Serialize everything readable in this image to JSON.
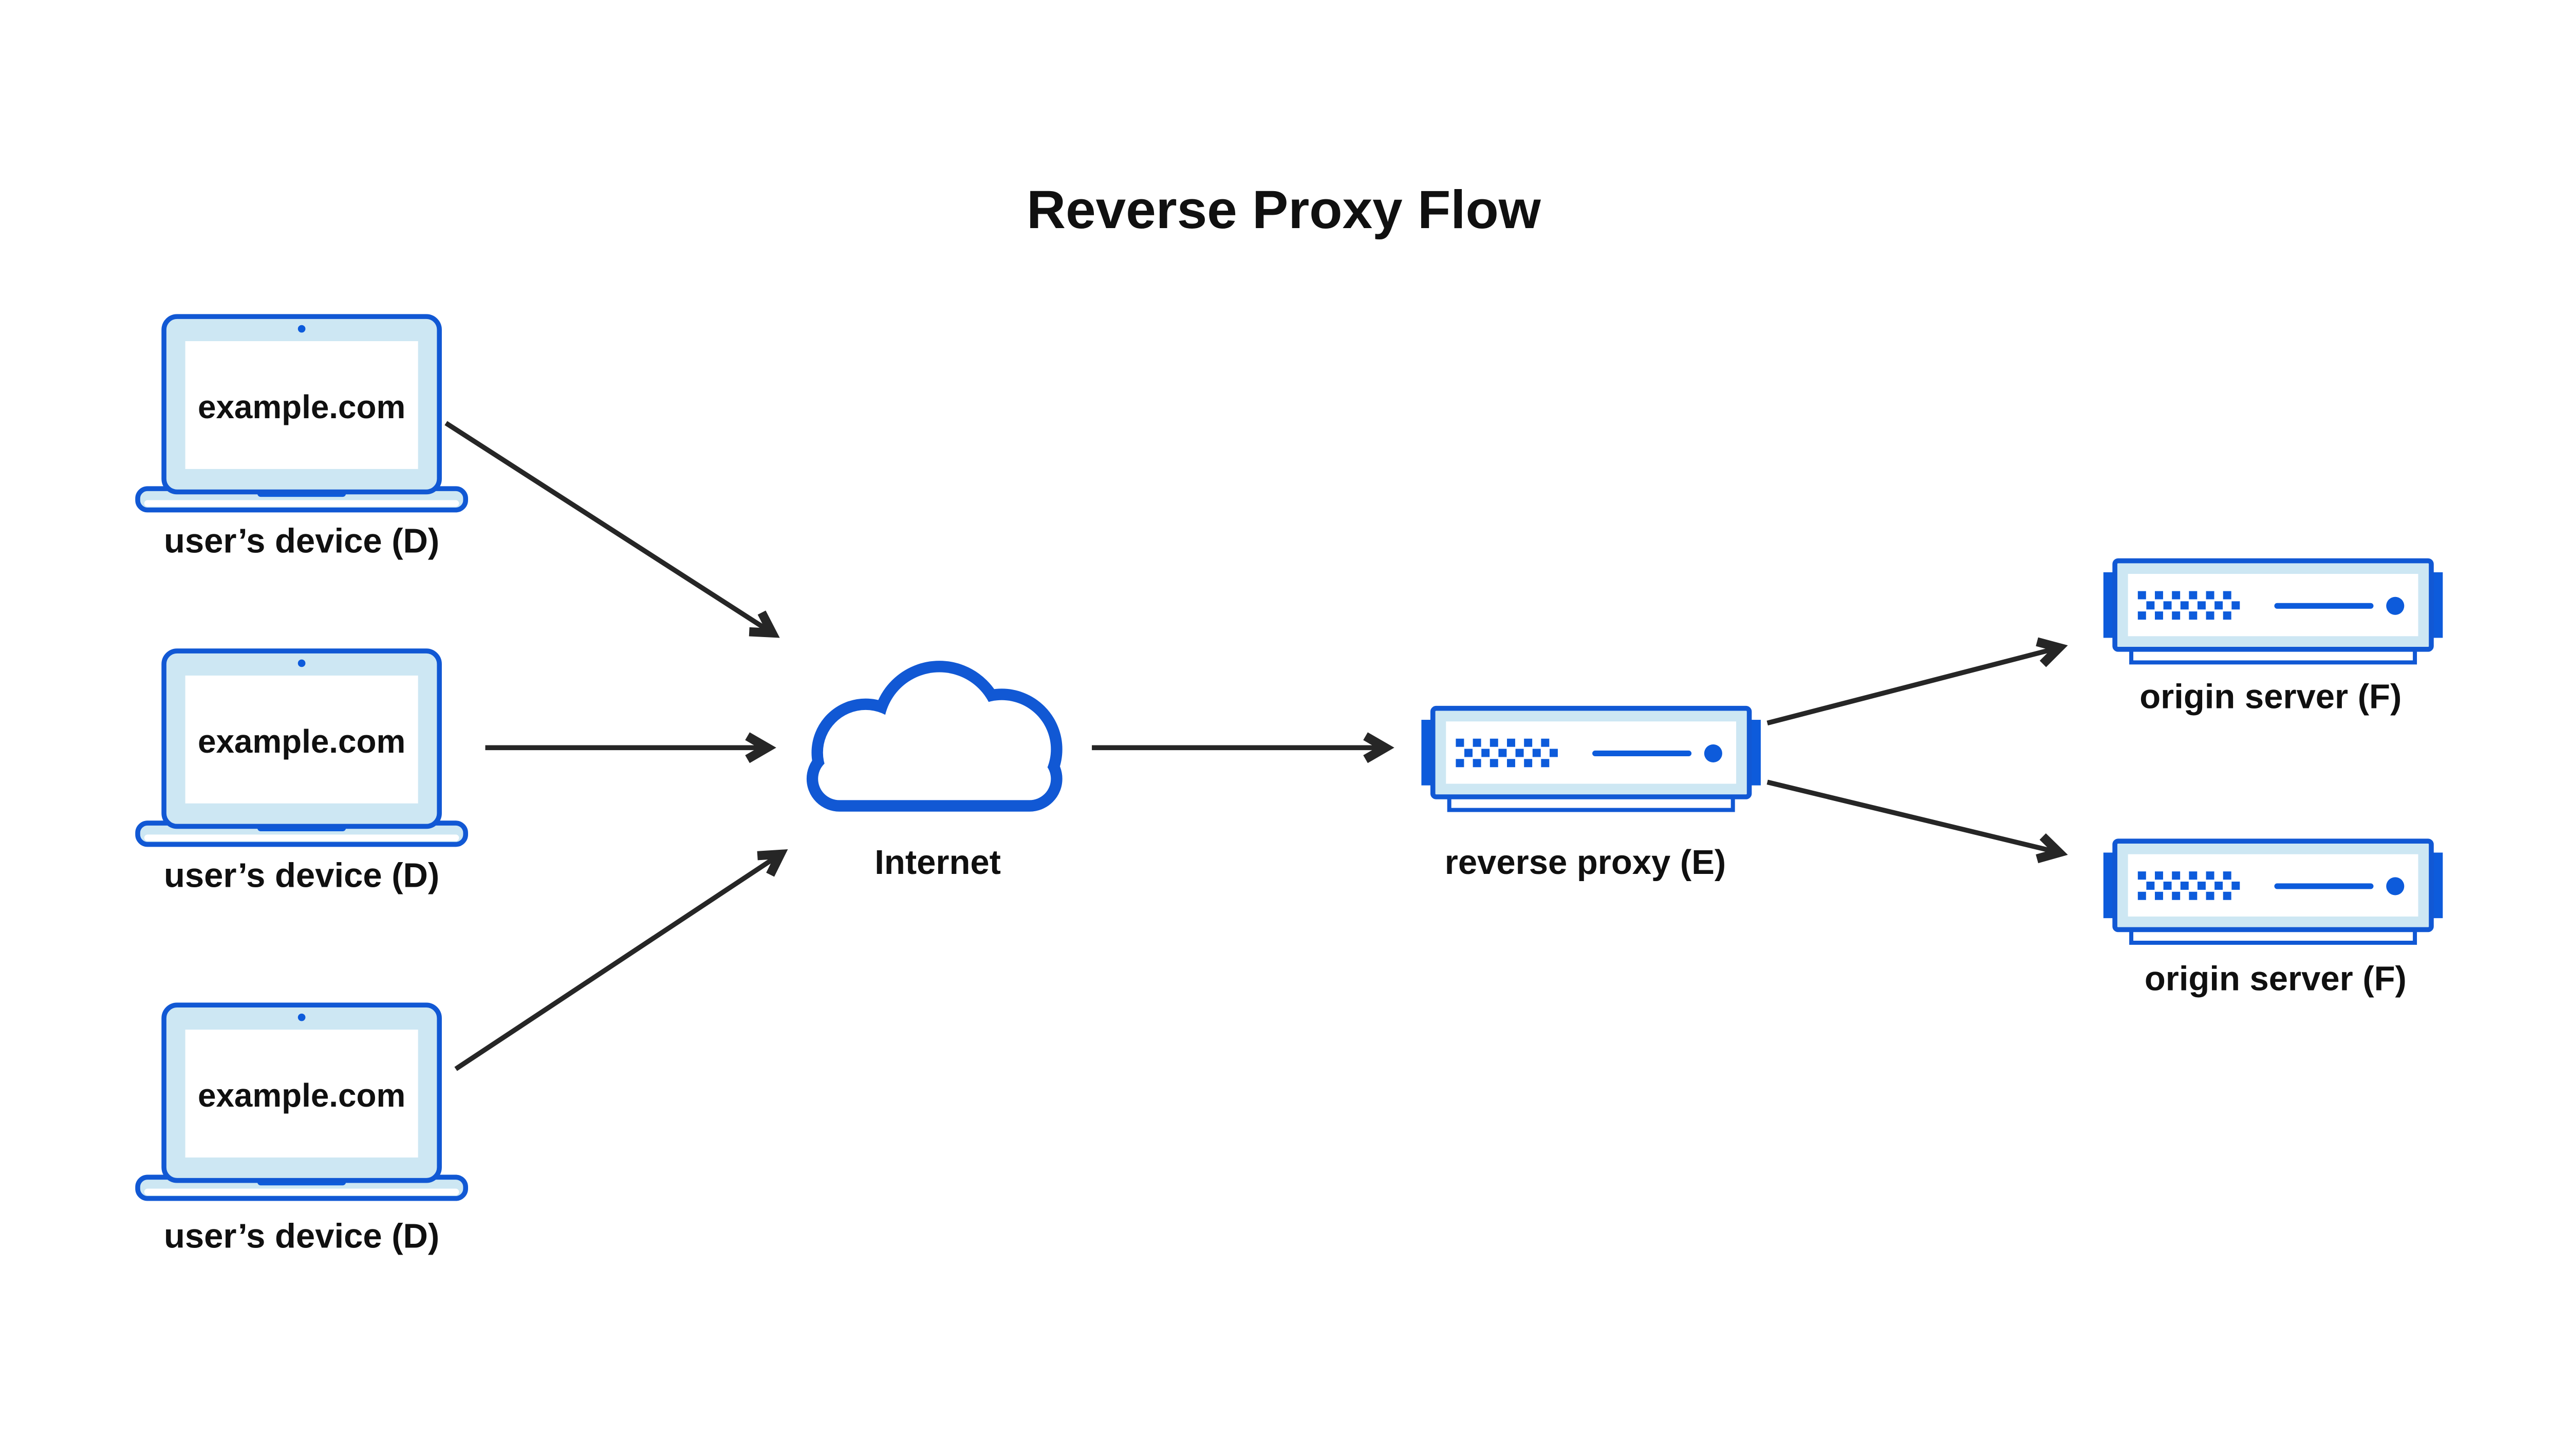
{
  "title": "Reverse Proxy Flow",
  "colors": {
    "accent_stroke": "#1158D4",
    "accent_solid": "#0D5BDB",
    "panel_fill": "#CDE7F3",
    "text": "#101010",
    "arrow": "#262626",
    "background": "#FFFFFF"
  },
  "icons": {
    "device": "laptop-icon",
    "internet": "cloud-icon",
    "proxy": "server-icon",
    "origin": "server-icon"
  },
  "devices": [
    {
      "screen_text": "example.com",
      "label": "user’s device (D)"
    },
    {
      "screen_text": "example.com",
      "label": "user’s device (D)"
    },
    {
      "screen_text": "example.com",
      "label": "user’s device (D)"
    }
  ],
  "internet": {
    "label": "Internet"
  },
  "proxy": {
    "label": "reverse proxy (E)"
  },
  "origins": [
    {
      "label": "origin server (F)"
    },
    {
      "label": "origin server (F)"
    }
  ]
}
